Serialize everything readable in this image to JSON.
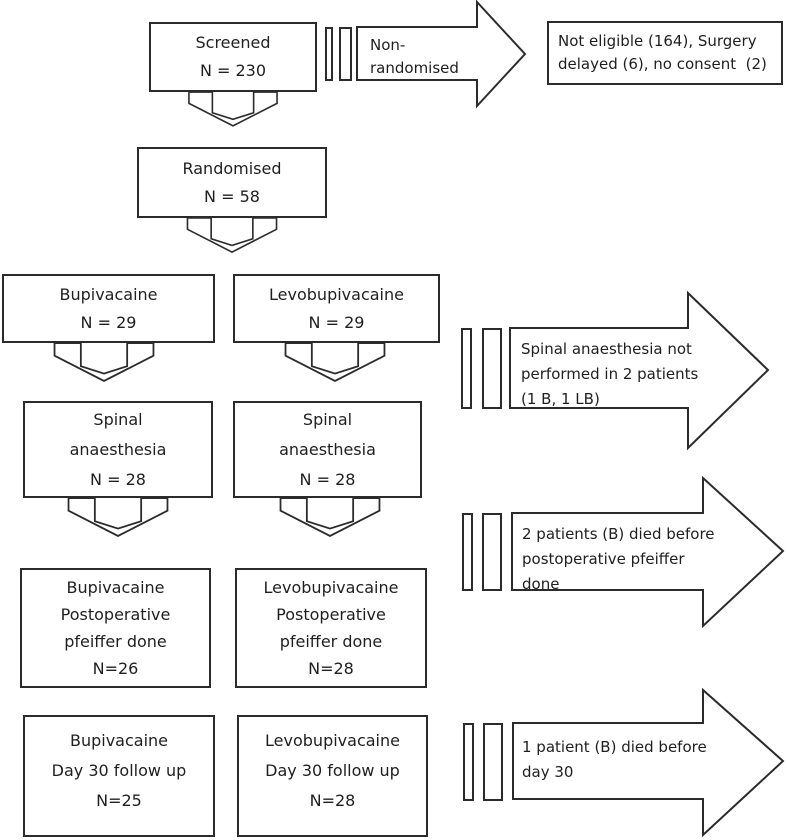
{
  "title": "Patient flow diagram (CONSORT-style)",
  "colors": {
    "stroke": "#2b2b2b",
    "text": "#1f1f1f",
    "background": "#ffffff"
  },
  "boxes": {
    "screened": {
      "lines": [
        "Screened",
        "N = 230"
      ]
    },
    "not_eligible": {
      "lines": [
        "Not eligible (164), Surgery",
        "delayed (6), no consent  (2)"
      ]
    },
    "randomised": {
      "lines": [
        "Randomised",
        "N = 58"
      ]
    },
    "bupivacaine": {
      "lines": [
        "Bupivacaine",
        "N = 29"
      ]
    },
    "levobupivacaine": {
      "lines": [
        "Levobupivacaine",
        "N = 29"
      ]
    },
    "spinal_b": {
      "lines": [
        "Spinal",
        "anaesthesia",
        "N = 28"
      ]
    },
    "spinal_lb": {
      "lines": [
        "Spinal",
        "anaesthesia",
        "N = 28"
      ]
    },
    "pfeiffer_b": {
      "lines": [
        "Bupivacaine",
        "Postoperative",
        "pfeiffer done",
        "N=26"
      ]
    },
    "pfeiffer_lb": {
      "lines": [
        "Levobupivacaine",
        "Postoperative",
        "pfeiffer done",
        "N=28"
      ]
    },
    "day30_b": {
      "lines": [
        "Bupivacaine",
        "Day 30 follow up",
        "N=25"
      ]
    },
    "day30_lb": {
      "lines": [
        "Levobupivacaine",
        "Day 30 follow up",
        "N=28"
      ]
    }
  },
  "arrows": {
    "non_randomised": {
      "lines": [
        "Non-",
        "randomised"
      ]
    },
    "spinal_not_performed": {
      "lines": [
        "Spinal anaesthesia not",
        "performed in 2 patients",
        "(1 B, 1 LB)"
      ]
    },
    "died_before_pfeiffer": {
      "lines": [
        "2 patients (B) died before",
        "postoperative pfeiffer",
        "done"
      ]
    },
    "died_before_day30": {
      "lines": [
        "1 patient (B) died before",
        "day 30"
      ]
    }
  }
}
